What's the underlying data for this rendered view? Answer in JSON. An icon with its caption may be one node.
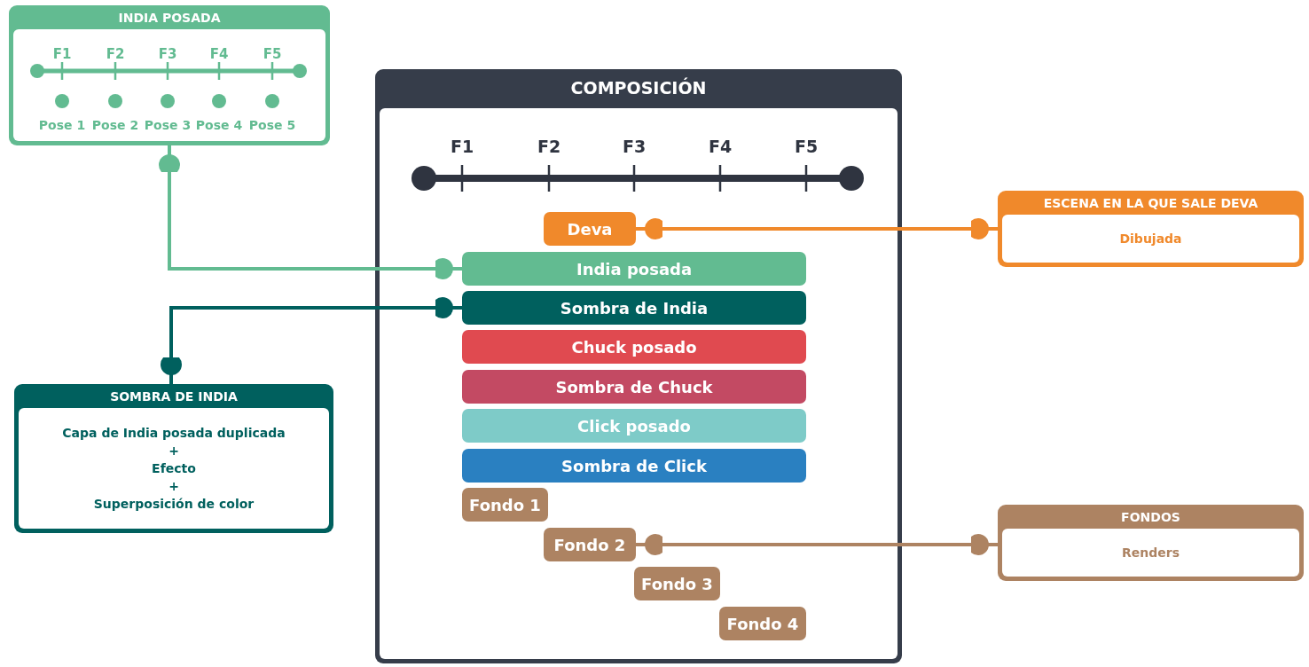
{
  "diagram": {
    "nodes": [
      {
        "text": [
          "INDIA POSADA"
        ]
      },
      {
        "text": [
          "COMPOSICIÓN"
        ]
      },
      {
        "text": [
          "Deva"
        ],
        "in": 1
      },
      {
        "text": [
          "India posada"
        ],
        "in": 1
      },
      {
        "text": [
          "Sombra de India"
        ],
        "in": 1
      },
      {
        "text": [
          "Chuck posado"
        ],
        "in": 1
      },
      {
        "text": [
          "Sombra de Chuck"
        ],
        "in": 1
      },
      {
        "text": [
          "Click posado"
        ],
        "in": 1
      },
      {
        "text": [
          "Sombra de Click"
        ],
        "in": 1
      },
      {
        "text": [
          "Fondo 1"
        ],
        "in": 1
      },
      {
        "text": [
          "Fondo 2"
        ],
        "in": 1
      },
      {
        "text": [
          "Fondo 3"
        ],
        "in": 1
      },
      {
        "text": [
          "Fondo 4"
        ],
        "in": 1
      },
      {
        "text": [
          "ESCENA EN LA QUE SALE DEVA",
          "Dibujada"
        ]
      },
      {
        "text": [
          "SOMBRA DE INDIA",
          "Capa de India posada duplicada",
          "+",
          "Efecto",
          "+",
          "Superposición de color"
        ]
      },
      {
        "text": [
          "FONDOS",
          "Renders"
        ]
      }
    ],
    "edges": [
      {
        "from": 0,
        "to": 3,
        "arrow": "other",
        "color": "#62bb91"
      },
      {
        "from": 4,
        "to": 14,
        "arrow": "other",
        "color": "#00605e"
      },
      {
        "from": 2,
        "to": 13,
        "arrow": "other",
        "color": "#f0892b"
      },
      {
        "from": 10,
        "to": 15,
        "arrow": "other",
        "color": "#ad8362"
      }
    ],
    "labels": [
      "F1",
      "F2",
      "F3",
      "F4",
      "F5",
      "Pose 1",
      "Pose 2",
      "Pose 3",
      "Pose 4",
      "Pose 5",
      "F1",
      "F2",
      "F3",
      "F4",
      "F5"
    ]
  }
}
